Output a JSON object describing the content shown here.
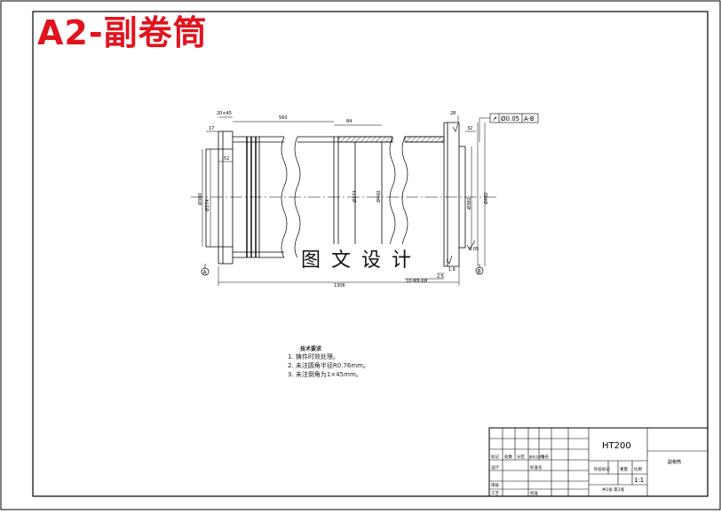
{
  "title": "A2-副卷筒",
  "watermark": "图文设计",
  "dimensions": {
    "d1": "20×45",
    "d2": "560",
    "d3": "84",
    "d4": "17",
    "d5": "52",
    "d6": "1306",
    "d7": "32",
    "d8": "28",
    "d9": "Ø380",
    "d10": "Ø374",
    "d11": "Ø460",
    "d12": "Ø374",
    "d13": "Ø382",
    "d14": "Ø482",
    "d15": "1.6",
    "d16": "10-M8-6H",
    "d17": "2.5",
    "d18": "0.05"
  },
  "tolerance_frame": {
    "symbol": "↗",
    "value": "Ø0.05",
    "datum": "A-B"
  },
  "datums": {
    "left": "A",
    "right": "B"
  },
  "notes": {
    "title": "技术要求",
    "lines": [
      "1. 铸件时效处理。",
      "2. 未注圆角半径R0.76mm。",
      "3. 未注倒角为1×45mm。"
    ]
  },
  "title_block": {
    "material": "HT200",
    "part_name": "副卷筒",
    "scale": "1:1",
    "weight_label": "重量",
    "scale_label": "比例",
    "stage_label": "阶段标记",
    "sheet_label": "共1张 第1张",
    "rows_left": [
      "标记",
      "设计",
      "审核",
      "工艺"
    ],
    "row_mid_labels": [
      "处数",
      "分区",
      "更改文件号",
      "签名",
      "标准化",
      "批准"
    ]
  }
}
